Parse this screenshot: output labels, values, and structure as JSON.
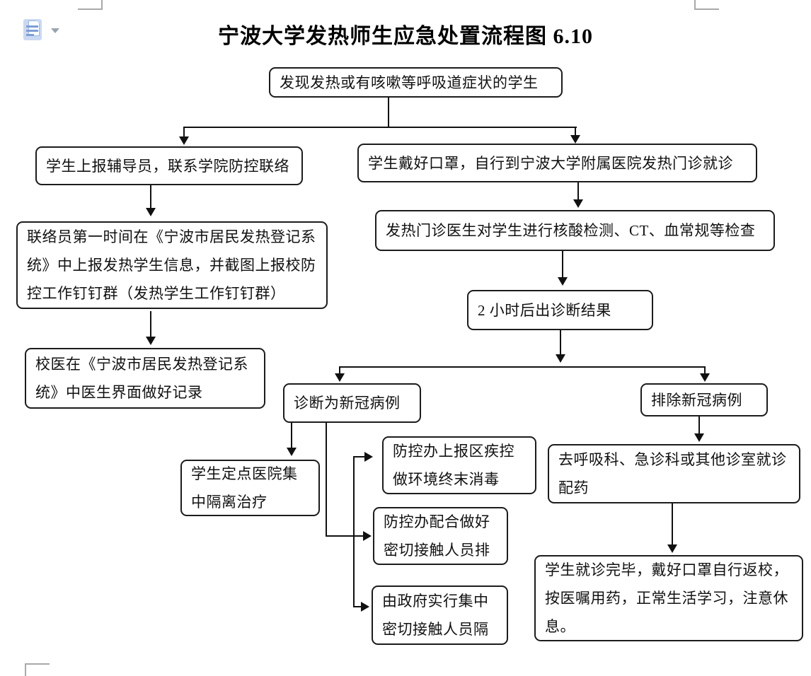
{
  "document": {
    "heading": "宁波大学发热师生应急处置流程图 6.10"
  },
  "toolbar": {
    "paste_options": {
      "icon": "clipboard-paste-options",
      "caret_icon": "chevron-down"
    }
  },
  "flowchart": {
    "nodes": {
      "start": "发现发热或有咳嗽等呼吸道症状的学生",
      "report_counselor": "学生上报辅导员，联系学院防控联络",
      "liaison_register": "联络员第一时间在《宁波市居民发热登记系统》中上报发热学生信息，并截图上报校防控工作钉钉群（发热学生工作钉钉群）",
      "school_doctor_record": "校医在《宁波市居民发热登记系统》中医生界面做好记录",
      "goto_fever_clinic": "学生戴好口罩，自行到宁波大学附属医院发热门诊就诊",
      "clinic_tests": "发热门诊医生对学生进行核酸检测、CT、血常规等检查",
      "result_2h": "2 小时后出诊断结果",
      "diagnosed_covid": "诊断为新冠病例",
      "excluded_covid": "排除新冠病例",
      "isolation_treatment": "学生定点医院集中隔离治疗",
      "report_cdc_disinfect": "防控办上报区疾控做环境终末消毒",
      "close_contact_screen": "防控办配合做好密切接触人员排",
      "gov_quarantine": "由政府实行集中密切接触人员隔",
      "other_dept": "去呼吸科、急诊科或其他诊室就诊配药",
      "return_school": "学生就诊完毕，戴好口罩自行返校，按医嘱用药，正常生活学习，注意休息。"
    }
  },
  "colors": {
    "node_border": "#1c1c1c",
    "connector": "#111111",
    "corner_mark": "#a9a9a9",
    "paste_icon_bg": "#c9d9f2",
    "paste_icon_lines": "#7d9ed6"
  }
}
